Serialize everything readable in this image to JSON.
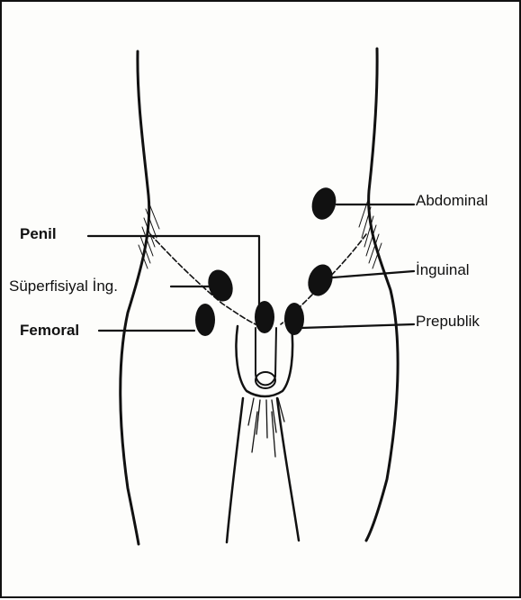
{
  "labels": {
    "abdominal": "Abdominal",
    "penil": "Penil",
    "inguinal": "İnguinal",
    "superfisiyal": "Süperfisiyal İng.",
    "femoral": "Femoral",
    "prepublik": "Prepublik"
  },
  "colors": {
    "ink": "#111111",
    "paper": "#fdfdfb"
  }
}
